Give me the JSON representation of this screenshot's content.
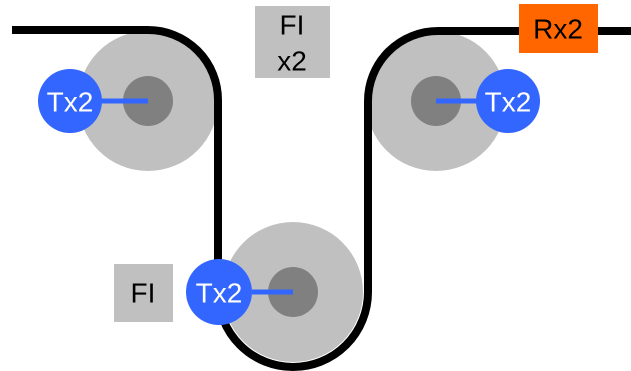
{
  "labels": {
    "fi_x2_line1": "FI",
    "fi_x2_line2": "x2",
    "fi": "FI",
    "rx2": "Rx2",
    "tx2_left": "Tx2",
    "tx2_right": "Tx2",
    "tx2_bottom": "Tx2"
  },
  "colors": {
    "line": "#000000",
    "roller_outer": "#c0c0c0",
    "roller_hub": "#808080",
    "tx_badge": "#3366ff",
    "rx_badge": "#ff6600",
    "fi_box": "#c0c0c0",
    "tx_text": "#ffffff",
    "box_text": "#000000"
  }
}
